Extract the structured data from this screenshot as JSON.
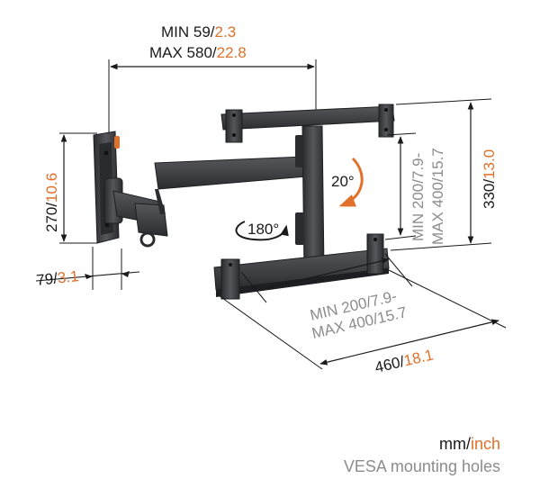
{
  "colors": {
    "accent": "#e0702a",
    "ink": "#1a1a1a",
    "metal": "#3c3d3f",
    "metal_dark": "#26272a",
    "label_gray": "#8c8c8c"
  },
  "dimensions": {
    "reach": {
      "min_mm": "MIN 59/",
      "min_in": "2.3",
      "max_mm": "MAX 580/",
      "max_in": "22.8"
    },
    "plate_height": {
      "mm": "270/",
      "in": "10.6"
    },
    "plate_depth": {
      "mm": "79/",
      "in": "3.1"
    },
    "frame_height": {
      "mm": "330/",
      "in": "13.0"
    },
    "frame_width": {
      "mm": "460/",
      "in": "18.1"
    },
    "vesa_vertical": {
      "line1_mm": "MIN 200/",
      "line1_in": "7.9-",
      "line2_mm": "MAX 400/",
      "line2_in": "15.7"
    },
    "vesa_horizontal": {
      "line1_mm": "MIN 200/",
      "line1_in": "7.9-",
      "line2_mm": "MAX 400/",
      "line2_in": "15.7"
    }
  },
  "angles": {
    "tilt": "20°",
    "swivel": "180°"
  },
  "legend": {
    "unit_mm": "mm/",
    "unit_inch": "inch",
    "caption": "VESA mounting holes"
  },
  "icons": [
    "wall-plate",
    "swing-arm",
    "vesa-frame",
    "tilt-arrow-icon",
    "swivel-arrow-icon",
    "orange-tab"
  ]
}
